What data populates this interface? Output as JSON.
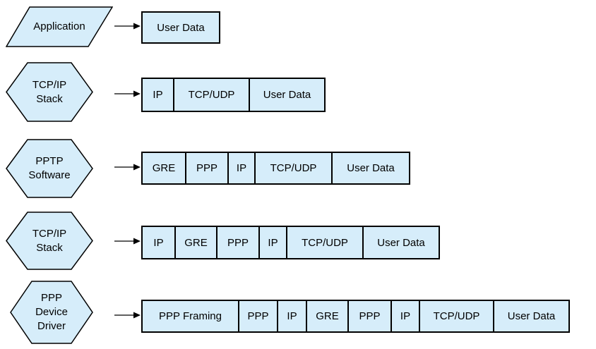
{
  "diagram": {
    "colors": {
      "shape_fill": "#D6EDFA",
      "shape_border": "#000000",
      "text": "#000000",
      "background": "#FFFFFF",
      "arrow": "#000000"
    },
    "rows": [
      {
        "stage": {
          "shape": "parallelogram",
          "label": "Application",
          "lines": [
            "Application"
          ]
        },
        "packet": [
          {
            "label": "User Data",
            "width": 108
          }
        ]
      },
      {
        "stage": {
          "shape": "hexagon",
          "label": "TCP/IP Stack",
          "lines": [
            "TCP/IP",
            "Stack"
          ]
        },
        "packet": [
          {
            "label": "IP",
            "width": 43
          },
          {
            "label": "TCP/UDP",
            "width": 107
          },
          {
            "label": "User Data",
            "width": 107
          }
        ]
      },
      {
        "stage": {
          "shape": "hexagon",
          "label": "PPTP Software",
          "lines": [
            "PPTP",
            "Software"
          ]
        },
        "packet": [
          {
            "label": "GRE",
            "width": 60
          },
          {
            "label": "PPP",
            "width": 60
          },
          {
            "label": "IP",
            "width": 38
          },
          {
            "label": "TCP/UDP",
            "width": 109
          },
          {
            "label": "User Data",
            "width": 110
          }
        ]
      },
      {
        "stage": {
          "shape": "hexagon",
          "label": "TCP/IP Stack",
          "lines": [
            "TCP/IP",
            "Stack"
          ]
        },
        "packet": [
          {
            "label": "IP",
            "width": 45
          },
          {
            "label": "GRE",
            "width": 59
          },
          {
            "label": "PPP",
            "width": 60
          },
          {
            "label": "IP",
            "width": 39
          },
          {
            "label": "TCP/UDP",
            "width": 108
          },
          {
            "label": "User Data",
            "width": 108
          }
        ]
      },
      {
        "stage": {
          "shape": "hexagon",
          "label": "PPP Device Driver",
          "lines": [
            "PPP",
            "Device",
            "Driver"
          ]
        },
        "packet": [
          {
            "label": "PPP Framing",
            "width": 135
          },
          {
            "label": "PPP",
            "width": 55
          },
          {
            "label": "IP",
            "width": 41
          },
          {
            "label": "GRE",
            "width": 59
          },
          {
            "label": "PPP",
            "width": 61
          },
          {
            "label": "IP",
            "width": 40
          },
          {
            "label": "TCP/UDP",
            "width": 105
          },
          {
            "label": "User Data",
            "width": 107
          }
        ]
      }
    ]
  }
}
